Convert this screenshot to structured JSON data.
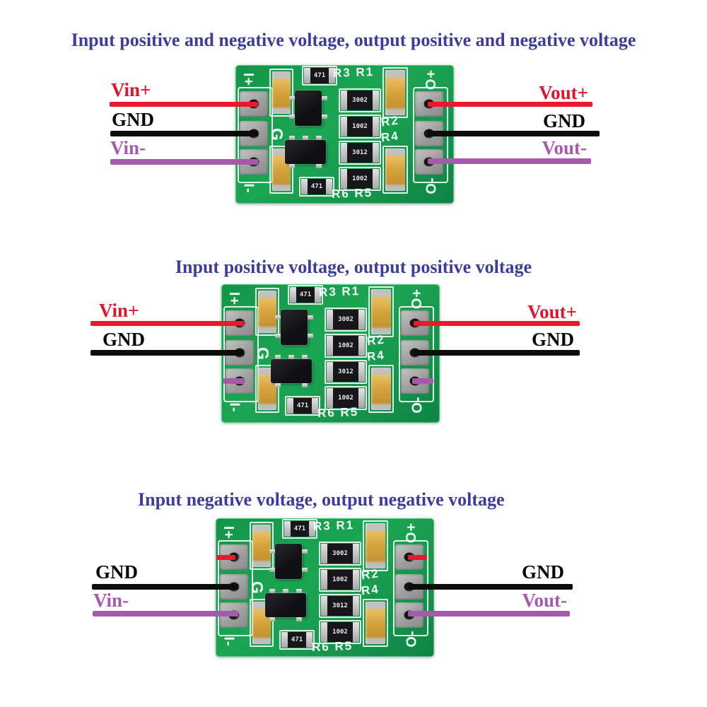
{
  "colors": {
    "title_blue": "#3b3c9d",
    "wire_red": "#e8192c",
    "wire_black": "#0c0c0c",
    "wire_purple": "#a65aab",
    "pcb_green": "#1ba653",
    "silkscreen_white": "#f2fff6",
    "capacitor_gold": "#d6a33b",
    "pad_grey": "#a5a5a5"
  },
  "board": {
    "pin_labels": {
      "in_plus": "I+",
      "gnd": "G",
      "in_minus": "I-",
      "out_plus": "O+",
      "out_minus": "O-"
    },
    "silkscreen": {
      "top": "R3 R1",
      "right_upper": "R2",
      "right_lower": "R4",
      "bottom": "R6 R5"
    },
    "resistor_codes": [
      "3002",
      "1002",
      "3012",
      "1002"
    ],
    "small_resistor_code": "471"
  },
  "diagrams": [
    {
      "title": "Input positive and negative voltage, output positive and negative voltage",
      "left_wires": [
        {
          "label": "Vin+",
          "color": "red"
        },
        {
          "label": "GND",
          "color": "black"
        },
        {
          "label": "Vin-",
          "color": "purple"
        }
      ],
      "right_wires": [
        {
          "label": "Vout+",
          "color": "red"
        },
        {
          "label": "GND",
          "color": "black"
        },
        {
          "label": "Vout-",
          "color": "purple"
        }
      ]
    },
    {
      "title": "Input positive  voltage, output positive  voltage",
      "left_wires": [
        {
          "label": "Vin+",
          "color": "red"
        },
        {
          "label": "GND",
          "color": "black"
        }
      ],
      "right_wires": [
        {
          "label": "Vout+",
          "color": "red"
        },
        {
          "label": "GND",
          "color": "black"
        }
      ]
    },
    {
      "title": "Input negative voltage, output negative voltage",
      "left_wires": [
        {
          "label": "GND",
          "color": "black"
        },
        {
          "label": "Vin-",
          "color": "purple"
        }
      ],
      "right_wires": [
        {
          "label": "GND",
          "color": "black"
        },
        {
          "label": "Vout-",
          "color": "purple"
        }
      ]
    }
  ]
}
